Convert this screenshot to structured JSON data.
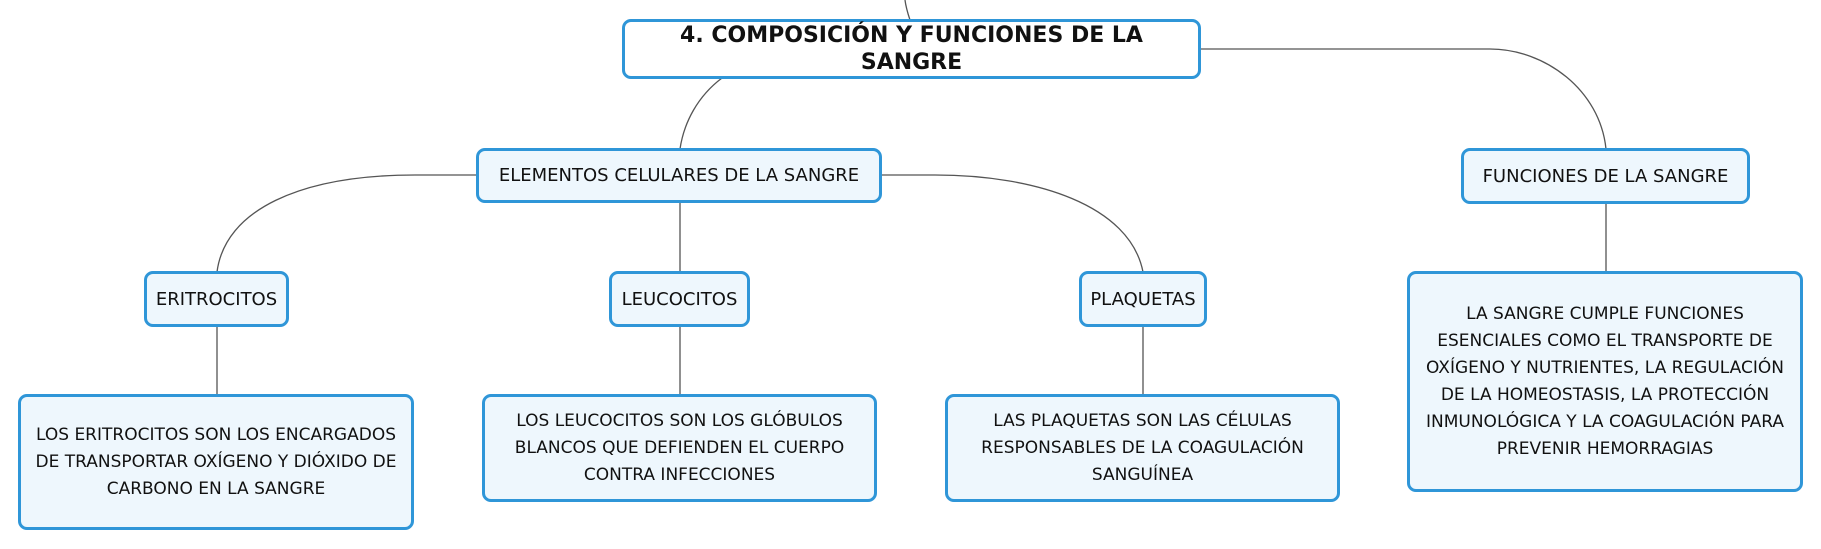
{
  "diagram": {
    "root": {
      "label": "4. COMPOSICIÓN Y FUNCIONES DE LA SANGRE"
    },
    "cellular": {
      "label": "ELEMENTOS CELULARES DE LA SANGRE"
    },
    "functions": {
      "label": "FUNCIONES DE LA SANGRE"
    },
    "erythrocytes": {
      "label": "ERITROCITOS",
      "description": "LOS ERITROCITOS SON LOS ENCARGADOS DE TRANSPORTAR OXÍGENO Y DIÓXIDO DE CARBONO EN LA SANGRE"
    },
    "leukocytes": {
      "label": "LEUCOCITOS",
      "description": "LOS LEUCOCITOS SON LOS GLÓBULOS BLANCOS QUE DEFIENDEN EL CUERPO CONTRA INFECCIONES"
    },
    "platelets": {
      "label": "PLAQUETAS",
      "description": "LAS PLAQUETAS SON LAS CÉLULAS RESPONSABLES DE LA COAGULACIÓN SANGUÍNEA"
    },
    "functions_detail": {
      "description": "LA SANGRE CUMPLE FUNCIONES ESENCIALES COMO EL TRANSPORTE DE OXÍGENO Y NUTRIENTES, LA REGULACIÓN DE LA HOMEOSTASIS, LA PROTECCIÓN INMUNOLÓGICA Y LA COAGULACIÓN PARA PREVENIR HEMORRAGIAS"
    }
  },
  "colors": {
    "border": "#2f96d8",
    "node_fill": "#eef7fd",
    "connector": "#555555"
  }
}
